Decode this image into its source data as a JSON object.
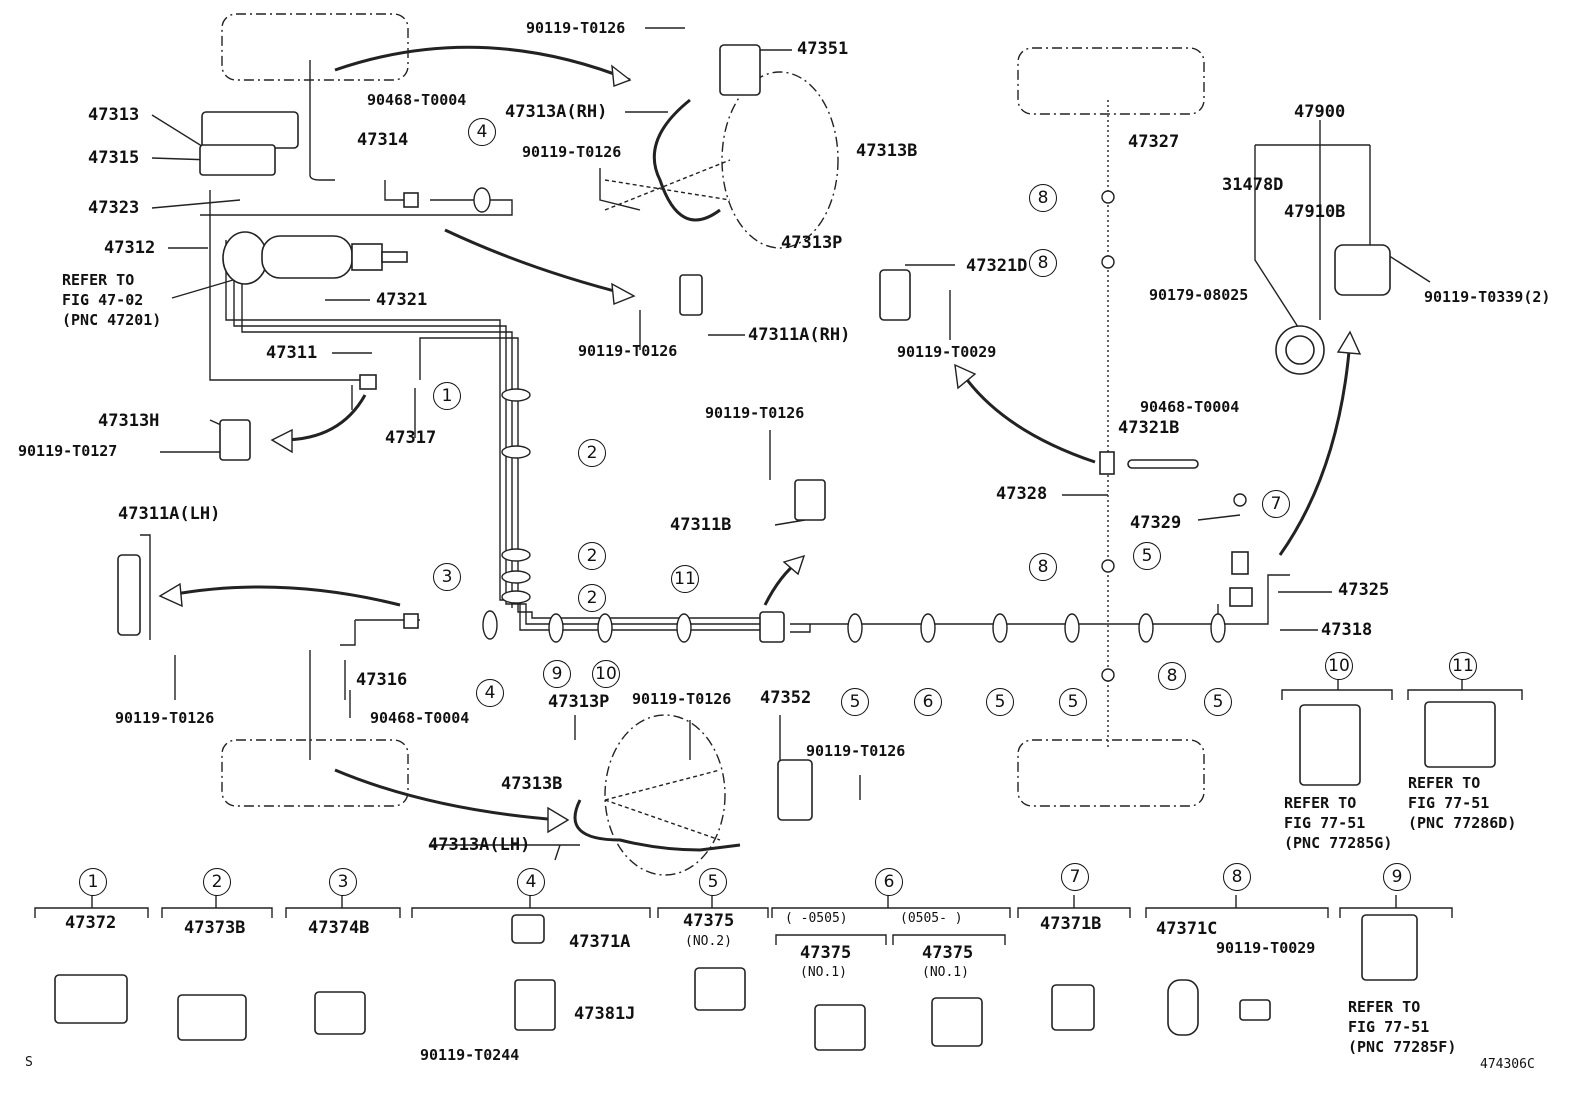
{
  "diagram_code": "474306C",
  "corner_mark": "S",
  "callouts": {
    "p47313": "47313",
    "p47315": "47315",
    "p47323": "47323",
    "p47312": "47312",
    "refer_main": "REFER TO\nFIG 47-02\n(PNC 47201)",
    "p47321": "47321",
    "p47311": "47311",
    "p47313H": "47313H",
    "p90119_T0127": "90119-T0127",
    "p47317": "47317",
    "p47314": "47314",
    "p90468_T0004_a": "90468-T0004",
    "p90119_T0126_a": "90119-T0126",
    "p47351": "47351",
    "p47313A_RH": "47313A(RH)",
    "p90119_T0126_b": "90119-T0126",
    "p47313B_a": "47313B",
    "p47313P_a": "47313P",
    "p47311A_RH": "47311A(RH)",
    "p90119_T0126_c": "90119-T0126",
    "p47321D": "47321D",
    "p90119_T0029_a": "90119-T0029",
    "p47327": "47327",
    "p47900": "47900",
    "p31478D": "31478D",
    "p47910B": "47910B",
    "p90179_08025": "90179-08025",
    "p90119_T0339": "90119-T0339(2)",
    "p90468_T0004_b": "90468-T0004",
    "p47321B": "47321B",
    "p47328": "47328",
    "p47329": "47329",
    "p47325": "47325",
    "p47318": "47318",
    "p90119_T0126_d": "90119-T0126",
    "p47311B": "47311B",
    "p47311A_LH": "47311A(LH)",
    "p90119_T0126_e": "90119-T0126",
    "p47316": "47316",
    "p90468_T0004_c": "90468-T0004",
    "p47313P_b": "47313P",
    "p90119_T0126_f": "90119-T0126",
    "p47352": "47352",
    "p90119_T0126_g": "90119-T0126",
    "p47313B_b": "47313B",
    "p47313A_LH": "47313A(LH)",
    "refer_10": "REFER TO\nFIG 77-51\n(PNC 77285G)",
    "refer_11": "REFER TO\nFIG 77-51\n(PNC 77286D)"
  },
  "legend": [
    {
      "num": "1",
      "parts": [
        "47372"
      ]
    },
    {
      "num": "2",
      "parts": [
        "47373B"
      ]
    },
    {
      "num": "3",
      "parts": [
        "47374B"
      ]
    },
    {
      "num": "4",
      "parts": [
        "47371A",
        "47381J",
        "90119-T0244"
      ]
    },
    {
      "num": "5",
      "parts": [
        "47375",
        "(NO.2)"
      ]
    },
    {
      "num": "6",
      "range_a": "(     -0505)",
      "range_b": "(0505-     )",
      "parts": [
        "47375",
        "(NO.1)",
        "47375",
        "(NO.1)"
      ]
    },
    {
      "num": "7",
      "parts": [
        "47371B"
      ]
    },
    {
      "num": "8",
      "parts": [
        "47371C",
        "90119-T0029"
      ]
    },
    {
      "num": "9",
      "refer": "REFER TO\nFIG 77-51\n(PNC 77285F)"
    },
    {
      "num": "10"
    },
    {
      "num": "11"
    }
  ],
  "clip_markers": [
    "1",
    "2",
    "2",
    "2",
    "3",
    "4",
    "4",
    "5",
    "5",
    "5",
    "5",
    "5",
    "6",
    "7",
    "8",
    "8",
    "8",
    "8",
    "9",
    "10",
    "11"
  ]
}
